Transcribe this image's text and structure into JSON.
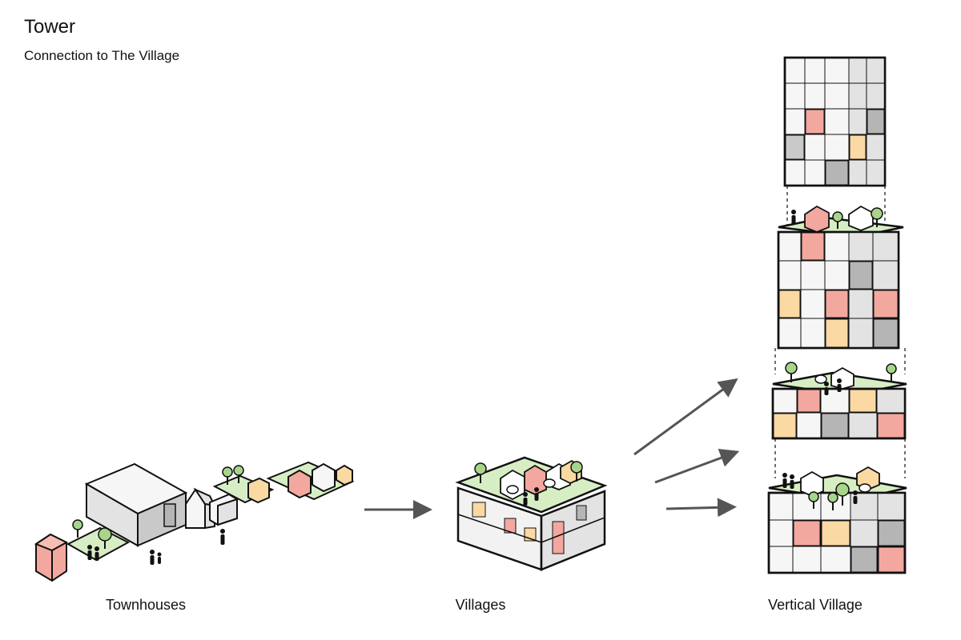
{
  "header": {
    "title": "Tower",
    "subtitle": "Connection to The Village"
  },
  "stages": [
    {
      "label": "Townhouses"
    },
    {
      "label": "Villages"
    },
    {
      "label": "Vertical Village"
    }
  ],
  "colors": {
    "outline": "#111111",
    "box_light": "#f6f6f6",
    "box_mid": "#e3e3e3",
    "box_dark": "#c9c9c9",
    "grey_shade": "#b5b5b5",
    "pink": "#f3a89f",
    "yellow": "#fbd9a3",
    "green_ground": "#d7eec4",
    "tree": "#a7d58a",
    "arrow": "#555555"
  },
  "icons": [
    "tree-icon",
    "person-icon",
    "speech-bubble-icon",
    "arrow-icon",
    "house-icon"
  ]
}
